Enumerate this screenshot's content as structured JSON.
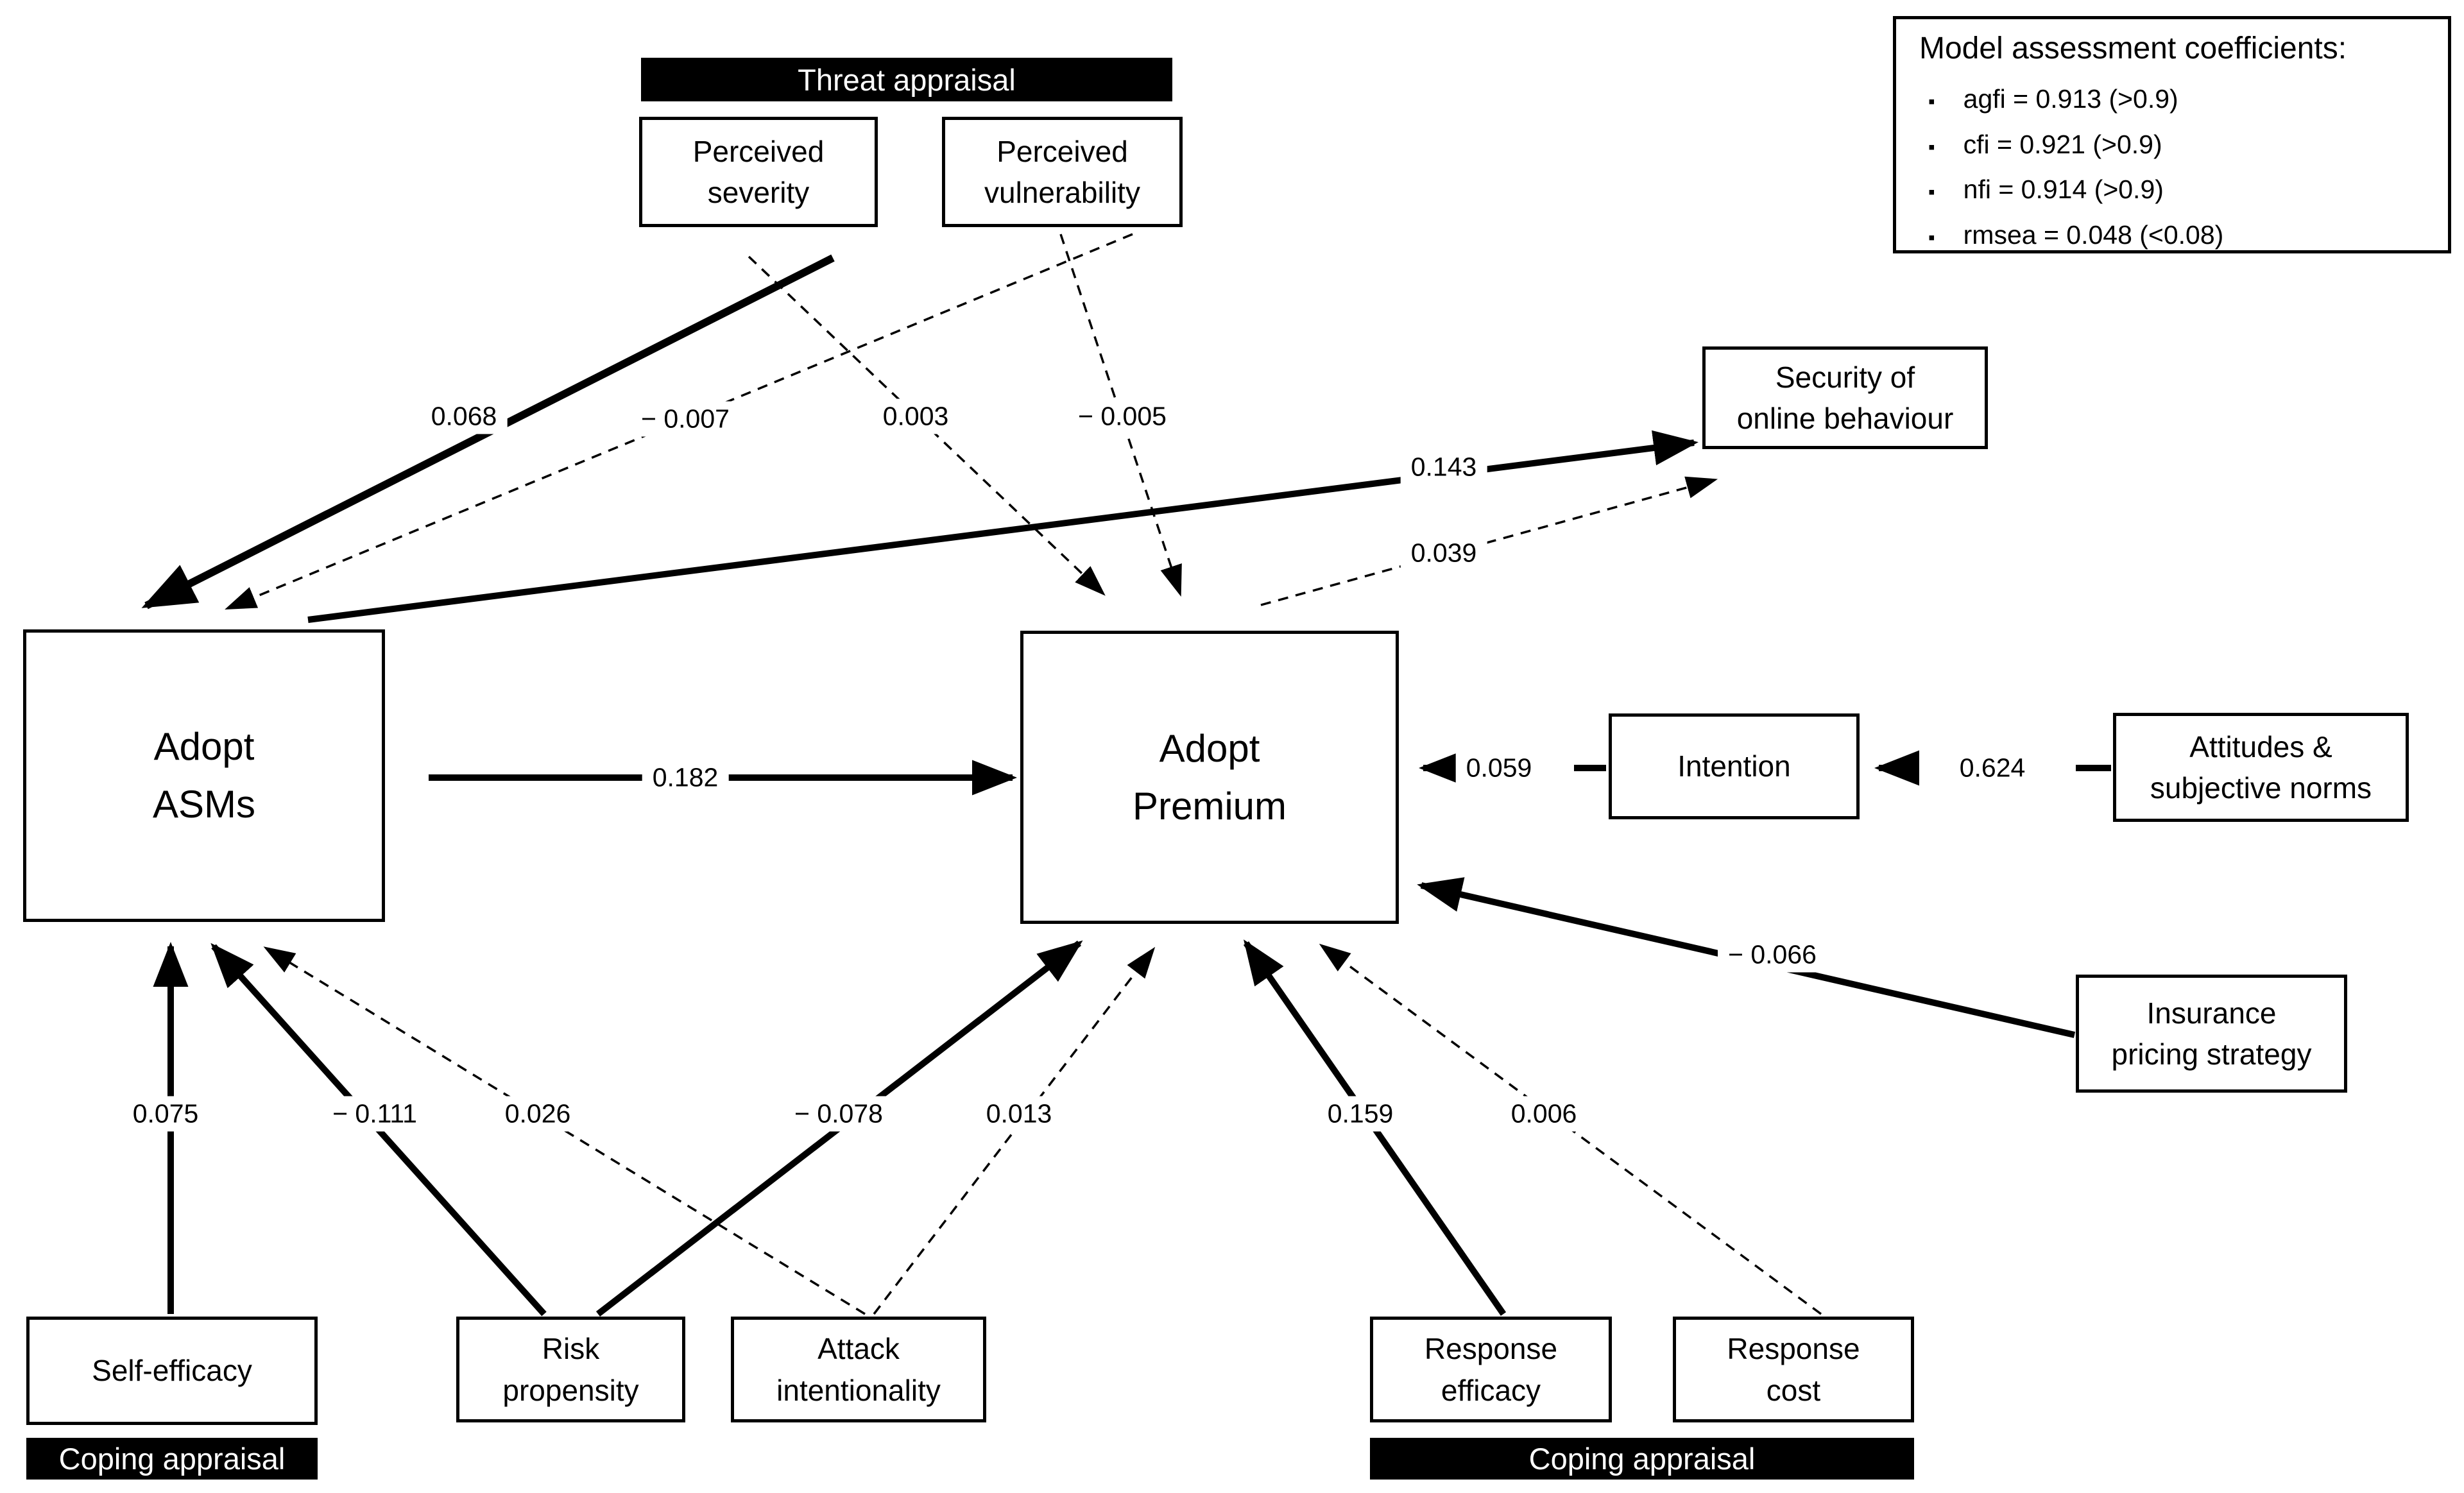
{
  "bars": {
    "threat": "Threat appraisal",
    "coping_left": "Coping appraisal",
    "coping_right": "Coping appraisal"
  },
  "nodes": {
    "perceived_severity": "Perceived\nseverity",
    "perceived_vulnerability": "Perceived\nvulnerability",
    "security": "Security of\nonline behaviour",
    "adopt_asms": "Adopt\nASMs",
    "adopt_premium": "Adopt\nPremium",
    "intention": "Intention",
    "attitudes": "Attitudes &\nsubjective norms",
    "insurance": "Insurance\npricing strategy",
    "self_efficacy": "Self-efficacy",
    "risk_propensity": "Risk\npropensity",
    "attack_intentionality": "Attack\nintentionality",
    "response_efficacy": "Response\nefficacy",
    "response_cost": "Response\ncost"
  },
  "model_box": {
    "title": "Model assessment coefficients:",
    "bullet": "▪",
    "items": [
      "agfi = 0.913 (>0.9)",
      "cfi = 0.921 (>0.9)",
      "nfi = 0.914 (>0.9)",
      "rmsea = 0.048 (<0.08)"
    ]
  },
  "edges": [
    {
      "from": "perceived_severity",
      "to": "adopt_asms",
      "value": "0.068",
      "style": "solid"
    },
    {
      "from": "perceived_vulnerability",
      "to": "adopt_asms",
      "value": "− 0.007",
      "style": "dashed"
    },
    {
      "from": "perceived_severity",
      "to": "adopt_premium",
      "value": "0.003",
      "style": "dashed"
    },
    {
      "from": "perceived_vulnerability",
      "to": "adopt_premium",
      "value": "− 0.005",
      "style": "dashed"
    },
    {
      "from": "adopt_asms",
      "to": "security",
      "value": "0.143",
      "style": "solid"
    },
    {
      "from": "adopt_premium",
      "to": "security",
      "value": "0.039",
      "style": "dashed"
    },
    {
      "from": "adopt_asms",
      "to": "adopt_premium",
      "value": "0.182",
      "style": "solid"
    },
    {
      "from": "intention",
      "to": "adopt_premium",
      "value": "0.059",
      "style": "dashed-bold"
    },
    {
      "from": "attitudes",
      "to": "intention",
      "value": "0.624",
      "style": "dashed-bold"
    },
    {
      "from": "insurance",
      "to": "adopt_premium",
      "value": "− 0.066",
      "style": "solid"
    },
    {
      "from": "self_efficacy",
      "to": "adopt_asms",
      "value": "0.075",
      "style": "solid"
    },
    {
      "from": "risk_propensity",
      "to": "adopt_asms",
      "value": "− 0.111",
      "style": "solid"
    },
    {
      "from": "attack_intentionality",
      "to": "adopt_asms",
      "value": "0.026",
      "style": "dashed"
    },
    {
      "from": "risk_propensity",
      "to": "adopt_premium",
      "value": "− 0.078",
      "style": "solid"
    },
    {
      "from": "attack_intentionality",
      "to": "adopt_premium",
      "value": "0.013",
      "style": "dashed"
    },
    {
      "from": "response_efficacy",
      "to": "adopt_premium",
      "value": "0.159",
      "style": "solid"
    },
    {
      "from": "response_cost",
      "to": "adopt_premium",
      "value": "0.006",
      "style": "dashed"
    }
  ]
}
